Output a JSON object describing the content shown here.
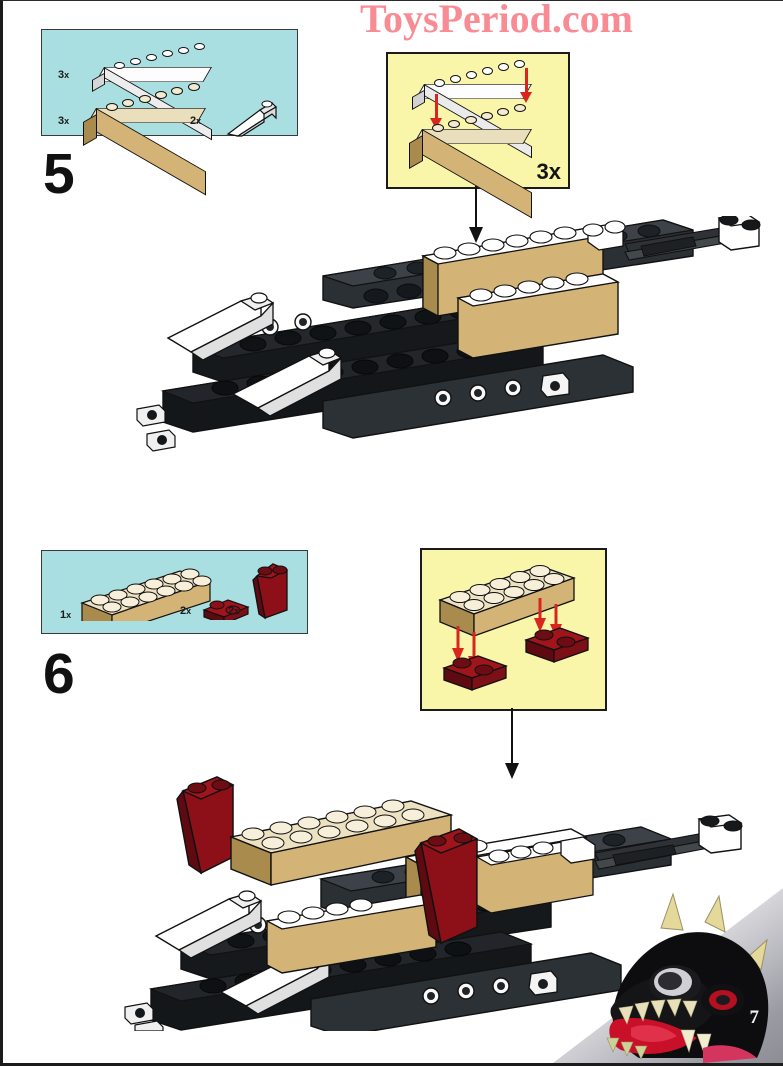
{
  "document": {
    "type": "lego-instruction-page",
    "page_number": "7",
    "watermark": "ToysPeriod.com",
    "watermark_color": "#f98b95",
    "background_color": "#ffffff"
  },
  "colors": {
    "parts_box_background": "#a9dfe1",
    "sub_assembly_background": "#f9f5a9",
    "arrow_red": "#d9251d",
    "outline": "#111111",
    "brick_tan": "#d4b476",
    "brick_tan_light": "#f0e6c8",
    "brick_white": "#ffffff",
    "brick_dark_red": "#8b1018",
    "brick_black": "#1a1a1a",
    "brick_dark_gray": "#3c4044"
  },
  "steps": [
    {
      "number": "5",
      "parts_inventory": {
        "background": "#a9dfe1",
        "items": [
          {
            "quantity": "3x",
            "color": "white",
            "description": "plate-1x6-white"
          },
          {
            "quantity": "3x",
            "color": "tan",
            "description": "brick-1x6-tan"
          },
          {
            "quantity": "2x",
            "color": "white",
            "description": "slope-brick-white"
          }
        ]
      },
      "sub_assembly": {
        "background": "#f9f5a9",
        "count_label": "3x",
        "parts": [
          {
            "color": "white",
            "description": "plate-1x6-white"
          },
          {
            "color": "tan",
            "description": "brick-1x6-tan"
          }
        ],
        "arrow_count": 2,
        "arrow_color": "#d9251d"
      },
      "connector_arrow": {
        "direction": "down",
        "color": "#111111"
      },
      "model_description": "black-technic-chassis-with-white-slopes-and-tan-brick-stack"
    },
    {
      "number": "6",
      "parts_inventory": {
        "background": "#a9dfe1",
        "items": [
          {
            "quantity": "1x",
            "color": "tan",
            "description": "brick-2x6-tan"
          },
          {
            "quantity": "2x",
            "color": "dark-red",
            "description": "plate-1x2-dark-red"
          },
          {
            "quantity": "2x",
            "color": "dark-red",
            "description": "slope-brick-dark-red"
          }
        ]
      },
      "sub_assembly": {
        "background": "#f9f5a9",
        "count_label": "",
        "parts": [
          {
            "color": "tan",
            "description": "brick-2x6-tan"
          },
          {
            "color": "dark-red",
            "description": "plate-1x2-dark-red"
          },
          {
            "color": "dark-red",
            "description": "plate-1x2-dark-red"
          }
        ],
        "arrow_count": 4,
        "arrow_color": "#d9251d"
      },
      "connector_arrow": {
        "direction": "down",
        "color": "#111111"
      },
      "model_description": "black-technic-chassis-with-dark-red-slopes-and-tan-brick-on-top"
    }
  ],
  "corner_graphic": {
    "subject": "black-dragon-head",
    "horn_color": "#e4d89a",
    "mouth_color": "#c81028",
    "eye_color": "#d4d4d4"
  }
}
